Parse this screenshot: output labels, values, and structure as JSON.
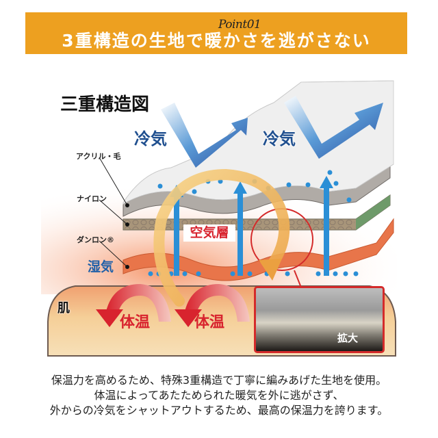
{
  "header": {
    "point_label": "Point01",
    "title": "3重構造の生地で暖かさを逃がさない",
    "banner_color": "#eda020"
  },
  "diagram": {
    "title": "三重構造図",
    "cold_air_labels": [
      "冷気",
      "冷気"
    ],
    "material_labels": [
      "アクリル・毛",
      "ナイロン",
      "ダンロン®"
    ],
    "moisture_label": "湿気",
    "air_layer_label": "空気層",
    "skin_label": "肌",
    "body_heat_labels": [
      "体温",
      "体温"
    ],
    "magnify_label": "拡大",
    "colors": {
      "cold_arrow": "#2a5aa8",
      "air_arrow": "#2b8fd6",
      "air_layer_text": "#d8232e",
      "heat_arrow": "#d8232e",
      "circulation_arrow": "#f0b040",
      "skin": "#f5d3a0"
    }
  },
  "description": {
    "lines": [
      "保温力を高めるため、特殊3重構造で丁寧に編みあげた生地を使用。",
      "体温によってあたためられた暖気を外に逃がさず、",
      "外からの冷気をシャットアウトするため、最高の保温力を誇ります。"
    ]
  }
}
